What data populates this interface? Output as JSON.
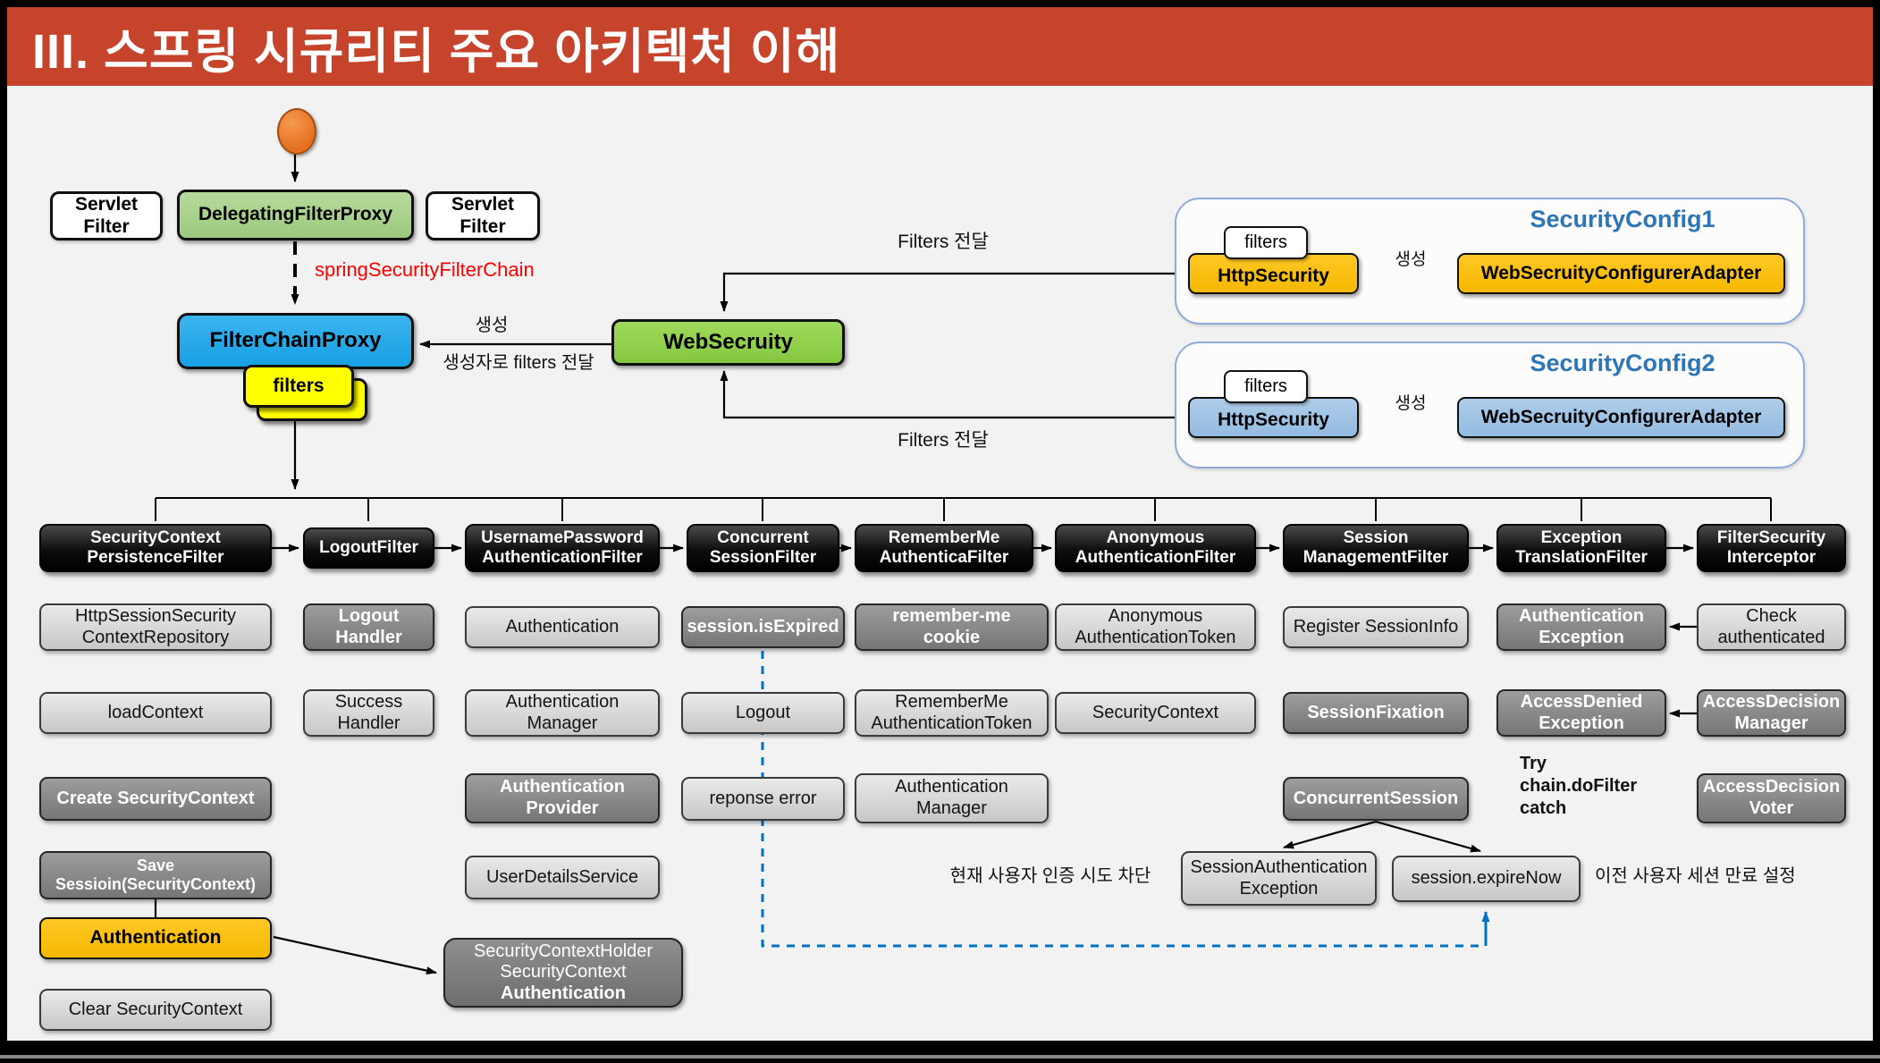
{
  "title": "III. 스프링 시큐리티 주요 아키텍처 이해",
  "colors": {
    "title_bar": "#C5442B",
    "green_light": "#A9D18E",
    "green": "#92D050",
    "blue": "#1EA8E8",
    "yellow": "#FFFF00",
    "orange": "#FFC000",
    "light_blue": "#9DC3E6",
    "config_title": "#2E75B6",
    "red_label": "#FF0000",
    "dashed_blue": "#0070C0",
    "black_node": "#0d0d0d",
    "gray_light": "#D9D9D9",
    "gray_dark": "#8C8C8C"
  },
  "nodes": {
    "servlet_left": "Servlet\nFilter",
    "dfp": "DelegatingFilterProxy",
    "servlet_right": "Servlet\nFilter",
    "ssfc": "springSecurityFilterChain",
    "fcp": "FilterChainProxy",
    "filters": "filters",
    "websec": "WebSecruity",
    "gen_left": "생성",
    "gen_ctor": "생성자로 filters 전달",
    "filters_pass_top": "Filters 전달",
    "filters_pass_bottom": "Filters 전달"
  },
  "config1": {
    "title": "SecurityConfig1",
    "filters": "filters",
    "http": "HttpSecurity",
    "adapter": "WebSecruityConfigurerAdapter",
    "gen": "생성"
  },
  "config2": {
    "title": "SecurityConfig2",
    "filters": "filters",
    "http": "HttpSecurity",
    "adapter": "WebSecruityConfigurerAdapter",
    "gen": "생성"
  },
  "chain": [
    "SecurityContext\nPersistenceFilter",
    "LogoutFilter",
    "UsernamePassword\nAuthenticationFilter",
    "Concurrent\nSessionFilter",
    "RememberMe\nAuthenticaFilter",
    "Anonymous\nAuthenticationFilter",
    "Session\nManagementFilter",
    "Exception\nTranslationFilter",
    "FilterSecurity\nInterceptor"
  ],
  "row_a": [
    "HttpSessionSecurity\nContextRepository",
    "Logout\nHandler",
    "Authentication",
    "session.isExpired",
    "remember-me\ncookie",
    "Anonymous\nAuthenticationToken",
    "Register SessionInfo",
    "Authentication\nException",
    "Check\nauthenticated"
  ],
  "row_b": [
    "loadContext",
    "Success\nHandler",
    "Authentication\nManager",
    "Logout",
    "RememberMe\nAuthenticationToken",
    "SecurityContext",
    "SessionFixation",
    "AccessDenied\nException",
    "AccessDecision\nManager"
  ],
  "row_c": {
    "create": "Create SecurityContext",
    "provider": "Authentication\nProvider",
    "reponse": "reponse error",
    "manager": "Authentication\nManager",
    "concurrent": "ConcurrentSession",
    "try_note": "Try\nchain.doFilter\ncatch",
    "voter": "AccessDecision\nVoter"
  },
  "row_d": {
    "save": "Save\nSessioin(SecurityContext)",
    "uds": "UserDetailsService",
    "block_note": "현재 사용자 인증 시도 차단",
    "sae": "SessionAuthentication\nException",
    "expire": "session.expireNow",
    "expire_note": "이전 사용자 세션 만료 설정"
  },
  "bottom": {
    "auth": "Authentication",
    "clear": "Clear SecurityContext",
    "holder1": "SecurityContextHolder",
    "holder2": "SecurityContext",
    "holder3": "Authentication"
  }
}
